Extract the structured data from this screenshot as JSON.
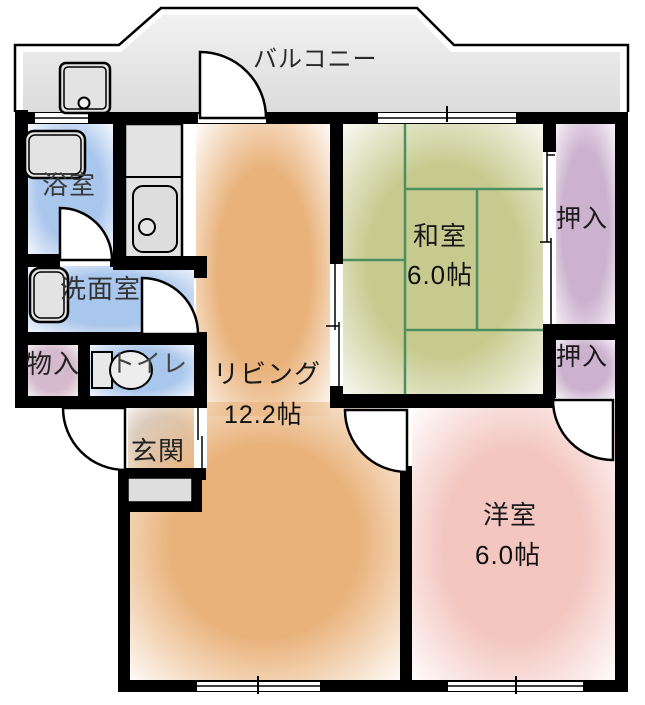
{
  "rooms": {
    "balcony": {
      "label": "バルコニー"
    },
    "bathroom": {
      "label": "浴室"
    },
    "washroom": {
      "label": "洗面室"
    },
    "storage": {
      "label": "物入"
    },
    "toilet": {
      "label": "トイレ"
    },
    "entrance": {
      "label": "玄関"
    },
    "living": {
      "label": "リビング",
      "size": "12.2帖"
    },
    "japanese_room": {
      "label": "和室",
      "size": "6.0帖"
    },
    "closet_upper": {
      "label": "押入"
    },
    "closet_lower": {
      "label": "押入"
    },
    "western_room": {
      "label": "洋室",
      "size": "6.0帖"
    }
  },
  "colors": {
    "wall": "#000000",
    "tatami_fill": "#c6ca8e",
    "tatami_line": "#4e8f62",
    "living_fill": "#e9b27b",
    "western_room_fill": "#f3c6c0",
    "closet_fill": "#ccb2cf",
    "water_area_fill": "#a9c6ec",
    "storage_fill": "#d4bacc",
    "balcony_fill": "#e8e8e8",
    "entrance_fill": "#d6d6d6"
  },
  "fixture_icons": [
    "washing-machine-pan-icon",
    "bathtub-icon",
    "kitchen-sink-icon",
    "washbasin-icon",
    "toilet-icon",
    "entrance-step"
  ]
}
